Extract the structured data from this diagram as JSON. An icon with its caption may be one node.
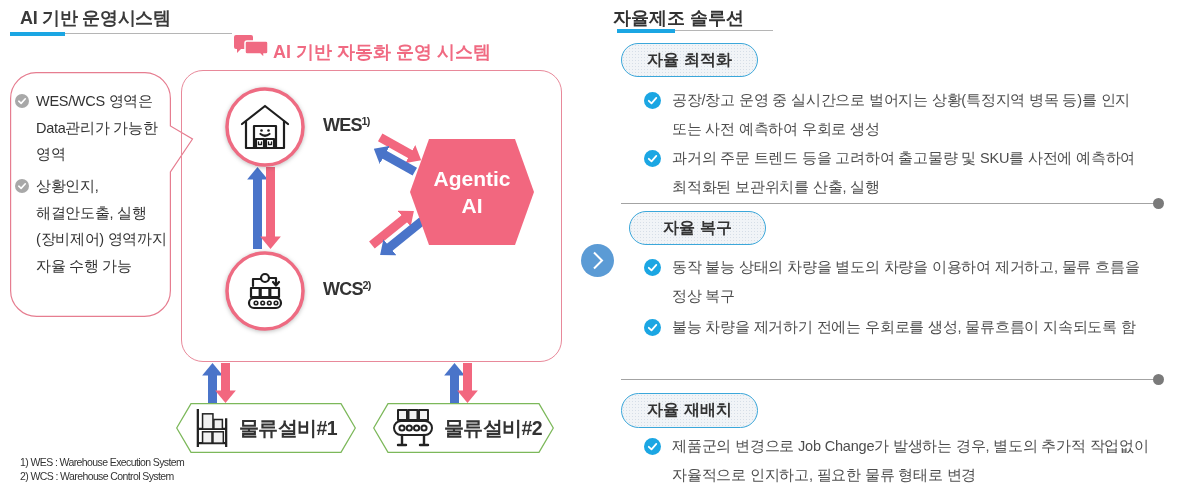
{
  "diagram": {
    "title": "AI 기반 운영시스템",
    "nodes": [
      {
        "text": [
          "WES/WCS 영역은 Data관리가 가능한 영역",
          "상황인지, 해결안도출, 실행(장비제어) 영역까지 자율 수행 가능"
        ]
      },
      {
        "text": [
          "AI 기반 자동화 운영 시스템"
        ]
      },
      {
        "text": [
          "WES$^{1)}$"
        ],
        "in": 1
      },
      {
        "text": [
          "WCS$^{2)}$"
        ],
        "in": 1
      },
      {
        "text": [
          "Agentic AI"
        ],
        "in": 1
      },
      {
        "text": [
          "물류설비#1"
        ]
      },
      {
        "text": [
          "물류설비#2"
        ]
      },
      {
        "text": [
          "자율 최적화"
        ]
      },
      {
        "text": [
          "자율 복구"
        ]
      },
      {
        "text": [
          "자율 재배치"
        ]
      }
    ],
    "edges": [
      {
        "from": 2,
        "to": 4,
        "arrow": "to",
        "color": "#f2677f"
      },
      {
        "from": 4,
        "to": 2,
        "arrow": "to",
        "color": "#4a74c9"
      },
      {
        "from": 3,
        "to": 2,
        "arrow": "to",
        "color": "#4a74c9"
      },
      {
        "from": 2,
        "to": 3,
        "arrow": "to",
        "color": "#f2677f"
      },
      {
        "from": 3,
        "to": 4,
        "arrow": "to",
        "color": "#f2677f"
      },
      {
        "from": 4,
        "to": 3,
        "arrow": "to",
        "color": "#4a74c9"
      },
      {
        "from": 5,
        "to": 1,
        "arrow": "to",
        "color": "#4a74c9"
      },
      {
        "from": 1,
        "to": 5,
        "arrow": "to",
        "color": "#f2677f"
      },
      {
        "from": 6,
        "to": 1,
        "arrow": "to",
        "color": "#4a74c9"
      },
      {
        "from": 1,
        "to": 6,
        "arrow": "to",
        "color": "#f2677f"
      }
    ],
    "labels": [
      "1) WES : Warehouse Execution System",
      "2) WCS : Warehouse Control System",
      "자율제조 솔루션",
      "공장/창고 운영 중 실시간으로 벌어지는 상황(특정지역 병목 등)를 인지 또는 사전 예측하여 우회로 생성",
      "과거의 주문 트렌드 등을 고려하여 출고물량 및 SKU를 사전에 예측하여 최적화된 보관위치를 산출, 실행",
      "동작 불능 상태의 차량을 별도의 차량을 이용하여 제거하고, 물류 흐름을 정상 복구",
      "불능 차량을 제거하기 전에는 우회로를 생성, 물류흐름이 지속되도록 함",
      "제품군의 변경으로 Job Change가 발생하는 경우, 별도의 추가적 작업없이 자율적으로 인지하고, 필요한 물류 형태로 변경"
    ]
  }
}
